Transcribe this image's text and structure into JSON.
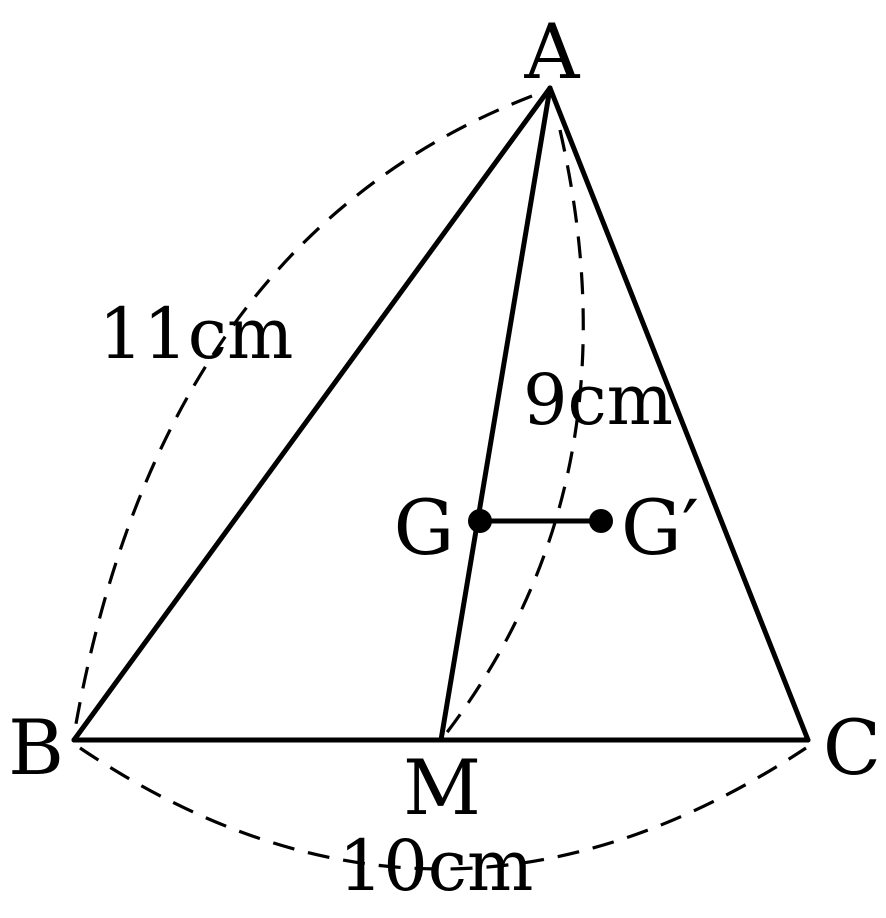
{
  "labels": {
    "A": "A",
    "B": "B",
    "C": "C",
    "M": "M",
    "G": "G",
    "G_prime": "G′"
  },
  "lengths": {
    "AB": "11cm",
    "AM": "9cm",
    "BC": "10cm"
  },
  "colors": {
    "ink": "#000000",
    "background": "#ffffff"
  }
}
